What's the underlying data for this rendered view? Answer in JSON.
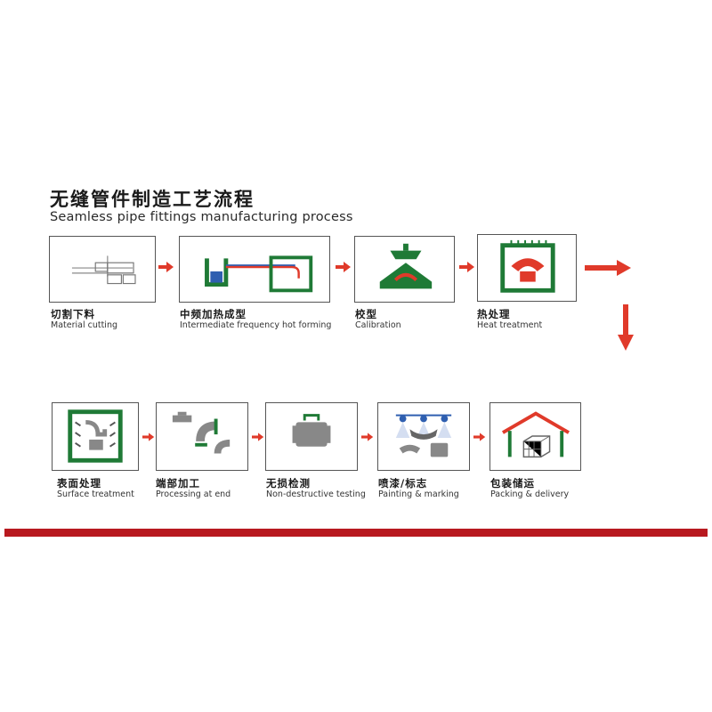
{
  "title": {
    "cn": "无缝管件制造工艺流程",
    "en": "Seamless pipe fittings manufacturing process"
  },
  "colors": {
    "green": "#1f7a36",
    "red": "#e03a2a",
    "gray": "#8a8a8a",
    "bar": "#b8191f"
  },
  "steps": [
    {
      "cn": "切割下料",
      "en": "Material cutting"
    },
    {
      "cn": "中频加热成型",
      "en": "Intermediate frequency hot forming"
    },
    {
      "cn": "校型",
      "en": "Calibration"
    },
    {
      "cn": "热处理",
      "en": "Heat treatment"
    },
    {
      "cn": "表面处理",
      "en": "Surface treatment"
    },
    {
      "cn": "端部加工",
      "en": "Processing at end"
    },
    {
      "cn": "无损检测",
      "en": "Non-destructive testing"
    },
    {
      "cn": "喷漆/标志",
      "en": "Painting & marking"
    },
    {
      "cn": "包装储运",
      "en": "Packing & delivery"
    }
  ]
}
